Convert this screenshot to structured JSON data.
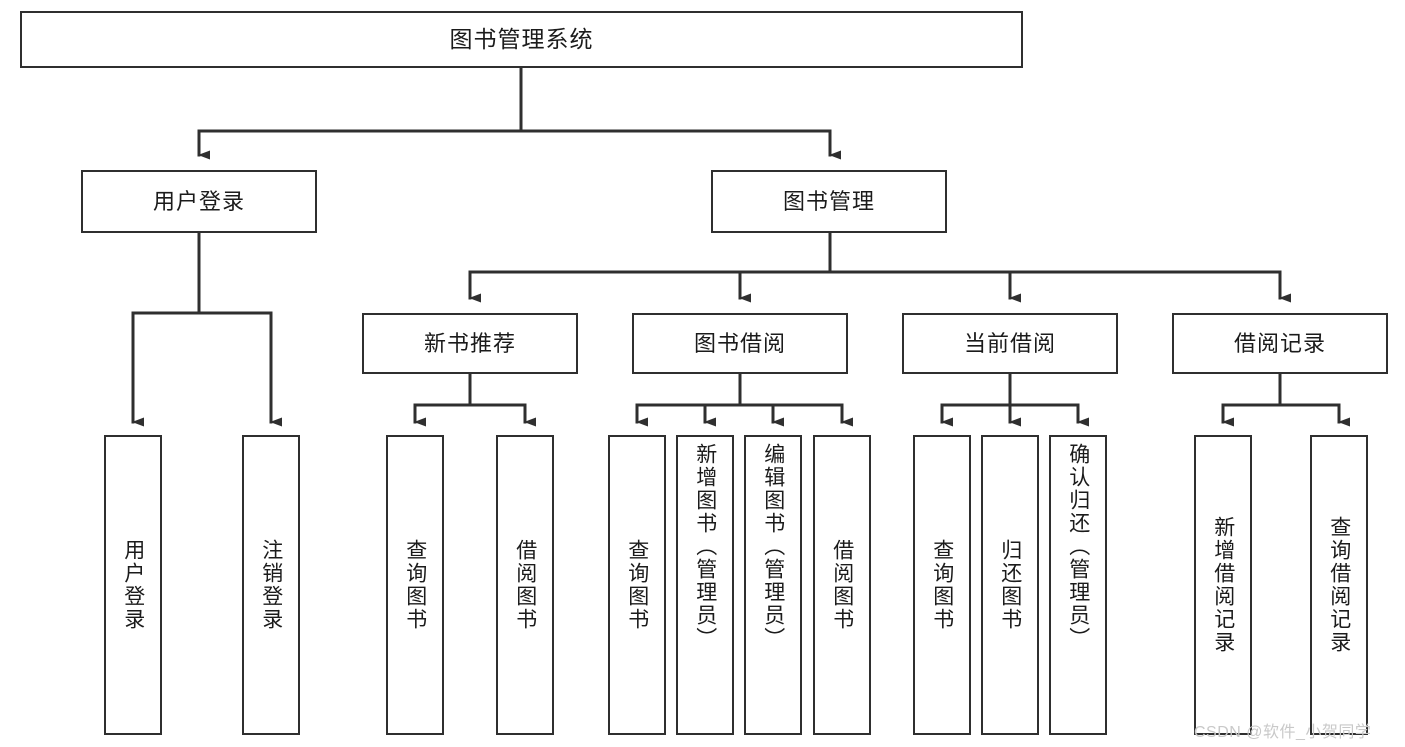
{
  "diagram": {
    "type": "tree-hierarchy",
    "title": "图书管理系统",
    "watermark": "CSDN @软件_小贺同学",
    "colors": {
      "stroke": "#2f2f2f",
      "fill": "#ffffff",
      "text": "#1b1b1b",
      "watermark": "#c9c9c9"
    },
    "nodes": {
      "root": {
        "label": "图书管理系统"
      },
      "level2": [
        {
          "label": "用户登录"
        },
        {
          "label": "图书管理"
        }
      ],
      "level3": [
        {
          "label": "新书推荐"
        },
        {
          "label": "图书借阅"
        },
        {
          "label": "当前借阅"
        },
        {
          "label": "借阅记录"
        }
      ],
      "leaves": {
        "user_login": [
          {
            "label": "用户登录"
          },
          {
            "label": "注销登录"
          }
        ],
        "new_book": [
          {
            "label": "查询图书"
          },
          {
            "label": "借阅图书"
          }
        ],
        "book_borrow": [
          {
            "label": "查询图书"
          },
          {
            "label": "新增图书（管理员）"
          },
          {
            "label": "编辑图书（管理员）"
          },
          {
            "label": "借阅图书"
          }
        ],
        "current_borrow": [
          {
            "label": "查询图书"
          },
          {
            "label": "归还图书"
          },
          {
            "label": "确认归还（管理员）"
          }
        ],
        "borrow_record": [
          {
            "label": "新增借阅记录"
          },
          {
            "label": "查询借阅记录"
          }
        ]
      }
    },
    "edges": [
      {
        "from": "图书管理系统",
        "to": "用户登录"
      },
      {
        "from": "图书管理系统",
        "to": "图书管理"
      },
      {
        "from": "用户登录",
        "to": "用户登录"
      },
      {
        "from": "用户登录",
        "to": "注销登录"
      },
      {
        "from": "图书管理",
        "to": "新书推荐"
      },
      {
        "from": "图书管理",
        "to": "图书借阅"
      },
      {
        "from": "图书管理",
        "to": "当前借阅"
      },
      {
        "from": "图书管理",
        "to": "借阅记录"
      },
      {
        "from": "新书推荐",
        "to": "查询图书"
      },
      {
        "from": "新书推荐",
        "to": "借阅图书"
      },
      {
        "from": "图书借阅",
        "to": "查询图书"
      },
      {
        "from": "图书借阅",
        "to": "新增图书（管理员）"
      },
      {
        "from": "图书借阅",
        "to": "编辑图书（管理员）"
      },
      {
        "from": "图书借阅",
        "to": "借阅图书"
      },
      {
        "from": "当前借阅",
        "to": "查询图书"
      },
      {
        "from": "当前借阅",
        "to": "归还图书"
      },
      {
        "from": "当前借阅",
        "to": "确认归还（管理员）"
      },
      {
        "from": "借阅记录",
        "to": "新增借阅记录"
      },
      {
        "from": "借阅记录",
        "to": "查询借阅记录"
      }
    ]
  }
}
